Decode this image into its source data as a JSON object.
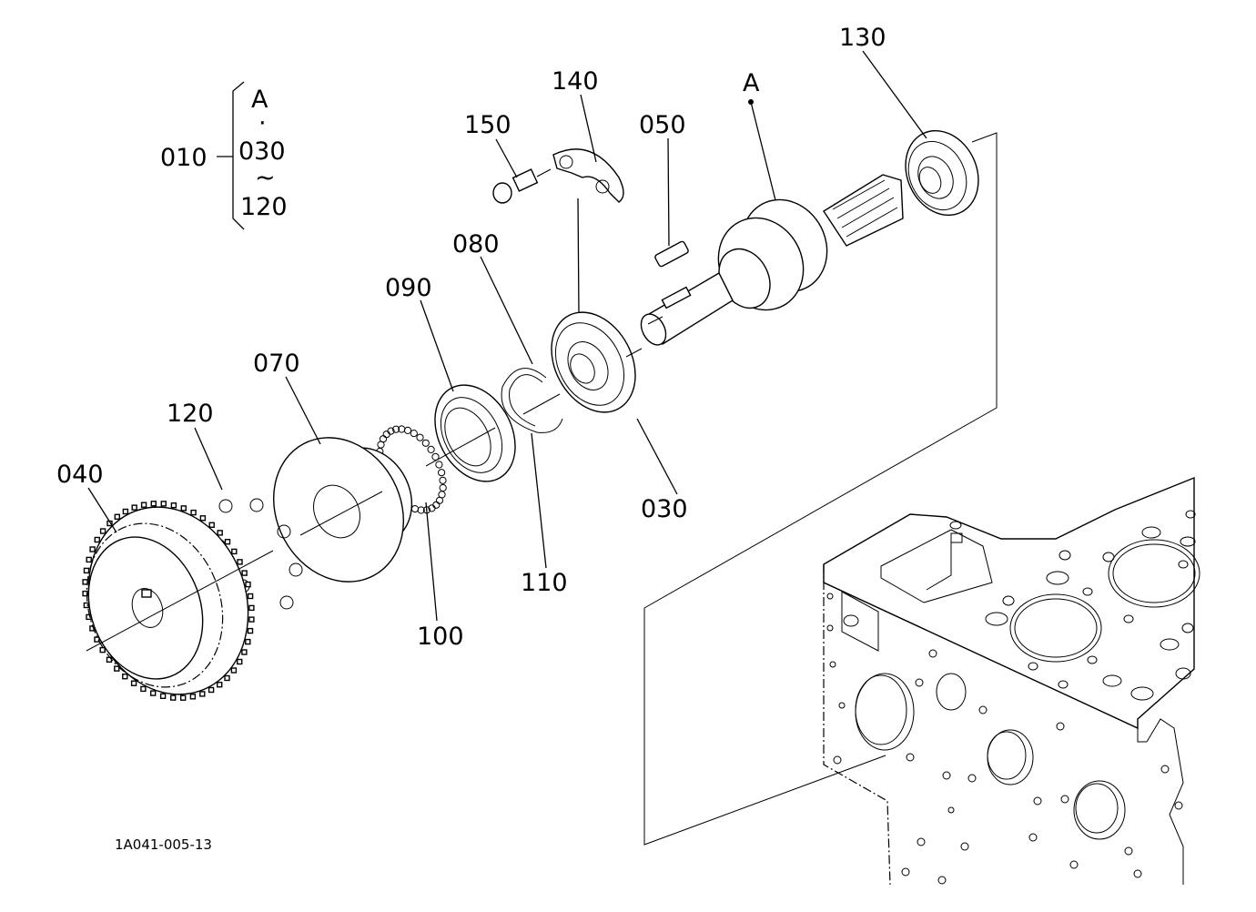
{
  "group": {
    "main": "010",
    "items": [
      "A",
      "030",
      "120"
    ],
    "dot": "·",
    "tilde": "~"
  },
  "labels": {
    "p010": "010",
    "p030": "030",
    "p040": "040",
    "p050": "050",
    "p070": "070",
    "p080": "080",
    "p090": "090",
    "p100": "100",
    "p110": "110",
    "p120": "120",
    "p130": "130",
    "p140": "140",
    "p150": "150",
    "pA": "A"
  },
  "drawing_code": "1A041-005-13"
}
